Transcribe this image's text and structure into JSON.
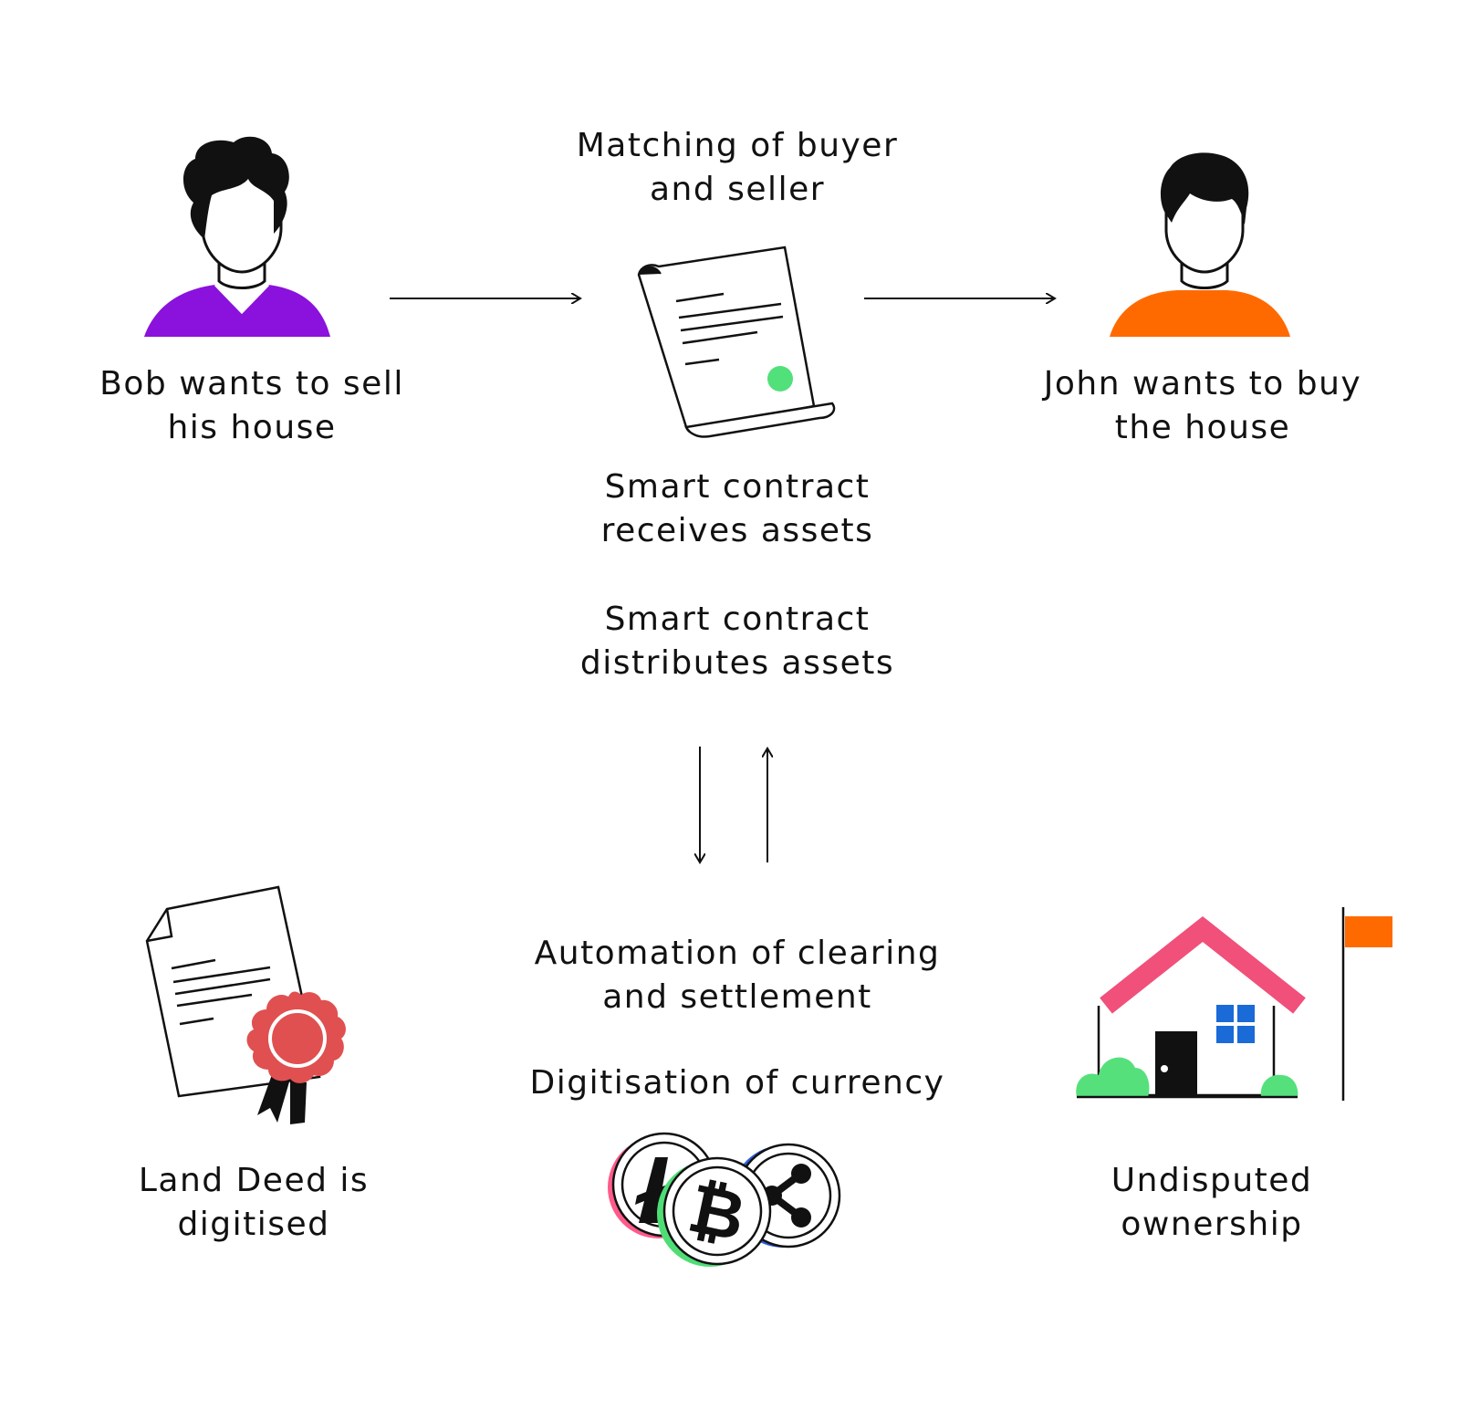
{
  "steps": {
    "bob": {
      "line1": "Bob wants to sell",
      "line2": "his house"
    },
    "matching": {
      "line1": "Matching of buyer",
      "line2": "and seller"
    },
    "john": {
      "line1": "John wants to buy",
      "line2": "the house"
    },
    "receives": {
      "line1": "Smart contract",
      "line2": "receives assets"
    },
    "distributes": {
      "line1": "Smart contract",
      "line2": "distributes assets"
    },
    "clearing": {
      "line1": "Automation of clearing",
      "line2": "and settlement"
    },
    "currency": {
      "line1": "Digitisation of currency"
    },
    "deed": {
      "line1": "Land Deed is",
      "line2": "digitised"
    },
    "ownership": {
      "line1": "Undisputed",
      "line2": "ownership"
    }
  },
  "icons": {
    "seller": "seller-person-icon",
    "buyer": "buyer-person-icon",
    "contract": "smart-contract-scroll-icon",
    "deed": "land-deed-certificate-icon",
    "coins": "cryptocurrency-coins-icon",
    "house": "house-with-flag-icon"
  },
  "colors": {
    "seller_shirt": "#8a12dc",
    "buyer_shirt": "#ff6a00",
    "contract_seal": "#52e07a",
    "deed_seal": "#e05050",
    "roof": "#f0507a",
    "window": "#1a6ad8",
    "bushes": "#55e07c",
    "flag": "#ff6a00",
    "litecoin_edge": "#ff5a8a",
    "ripple_edge": "#2a5ee0",
    "bitcoin_edge": "#4fdd75"
  }
}
